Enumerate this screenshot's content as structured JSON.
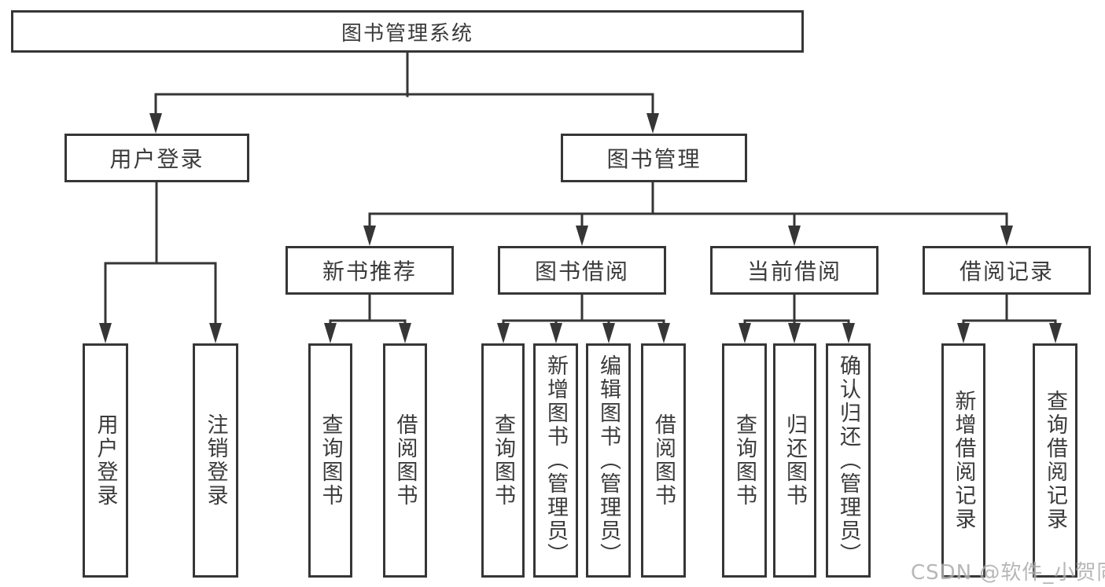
{
  "colors": {
    "line": "#363636",
    "text": "#3b3b3b",
    "bg": "#ffffff",
    "watermark": "#ababab"
  },
  "tree": {
    "root": {
      "label": "图书管理系统"
    },
    "user_login": {
      "label": "用户登录",
      "children": [
        {
          "label": "用户登录"
        },
        {
          "label": "注销登录"
        }
      ]
    },
    "book_mgmt": {
      "label": "图书管理",
      "sections": [
        {
          "label": "新书推荐",
          "children": [
            {
              "label": "查询图书"
            },
            {
              "label": "借阅图书"
            }
          ]
        },
        {
          "label": "图书借阅",
          "children": [
            {
              "label": "查询图书"
            },
            {
              "label": "新增图书（管理员）"
            },
            {
              "label": "编辑图书（管理员）"
            },
            {
              "label": "借阅图书"
            }
          ]
        },
        {
          "label": "当前借阅",
          "children": [
            {
              "label": "查询图书"
            },
            {
              "label": "归还图书"
            },
            {
              "label": "确认归还（管理员）"
            }
          ]
        },
        {
          "label": "借阅记录",
          "children": [
            {
              "label": "新增借阅记录"
            },
            {
              "label": "查询借阅记录"
            }
          ]
        }
      ]
    }
  },
  "watermark": {
    "text": "CSDN @软件_小贺同学"
  }
}
